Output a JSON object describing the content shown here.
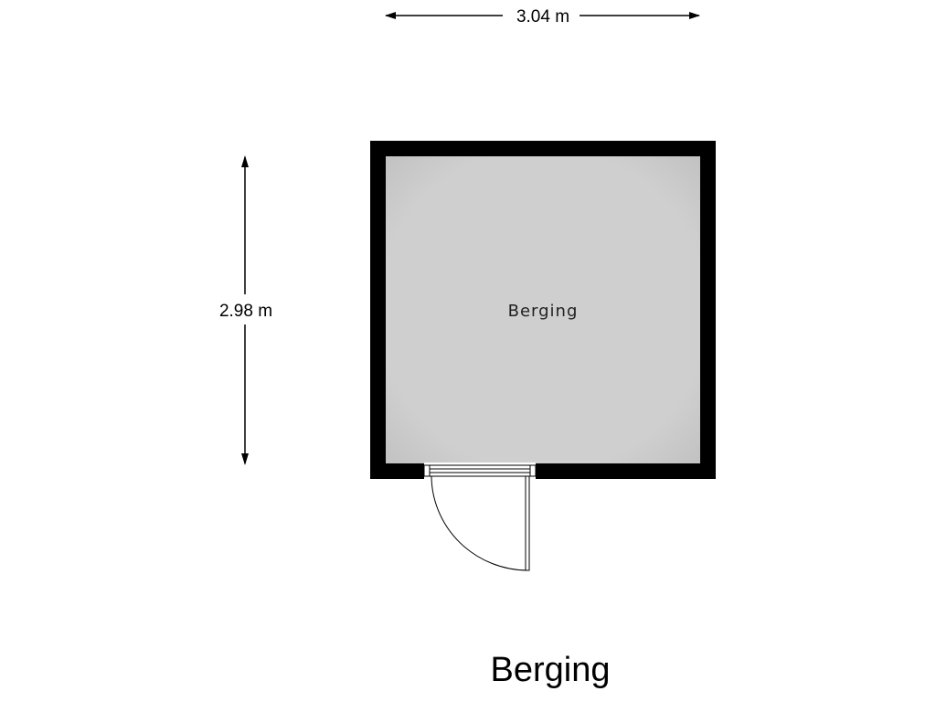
{
  "dimensions": {
    "width_label": "3.04 m",
    "height_label": "2.98 m"
  },
  "room": {
    "label": "Berging"
  },
  "floor_title": "Berging",
  "colors": {
    "wall": "#000000",
    "floor": "#cfcfcf",
    "dimension_line": "#000000",
    "door": "#000000"
  }
}
